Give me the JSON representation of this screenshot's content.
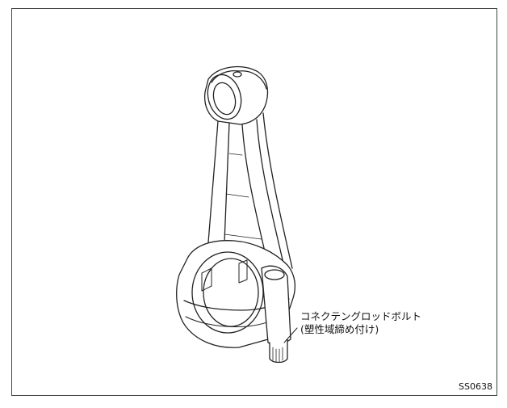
{
  "callout": {
    "line1": "コネクテングロッドボルト",
    "line2": "(塑性域締め付け)"
  },
  "figure_code": "SS0638"
}
